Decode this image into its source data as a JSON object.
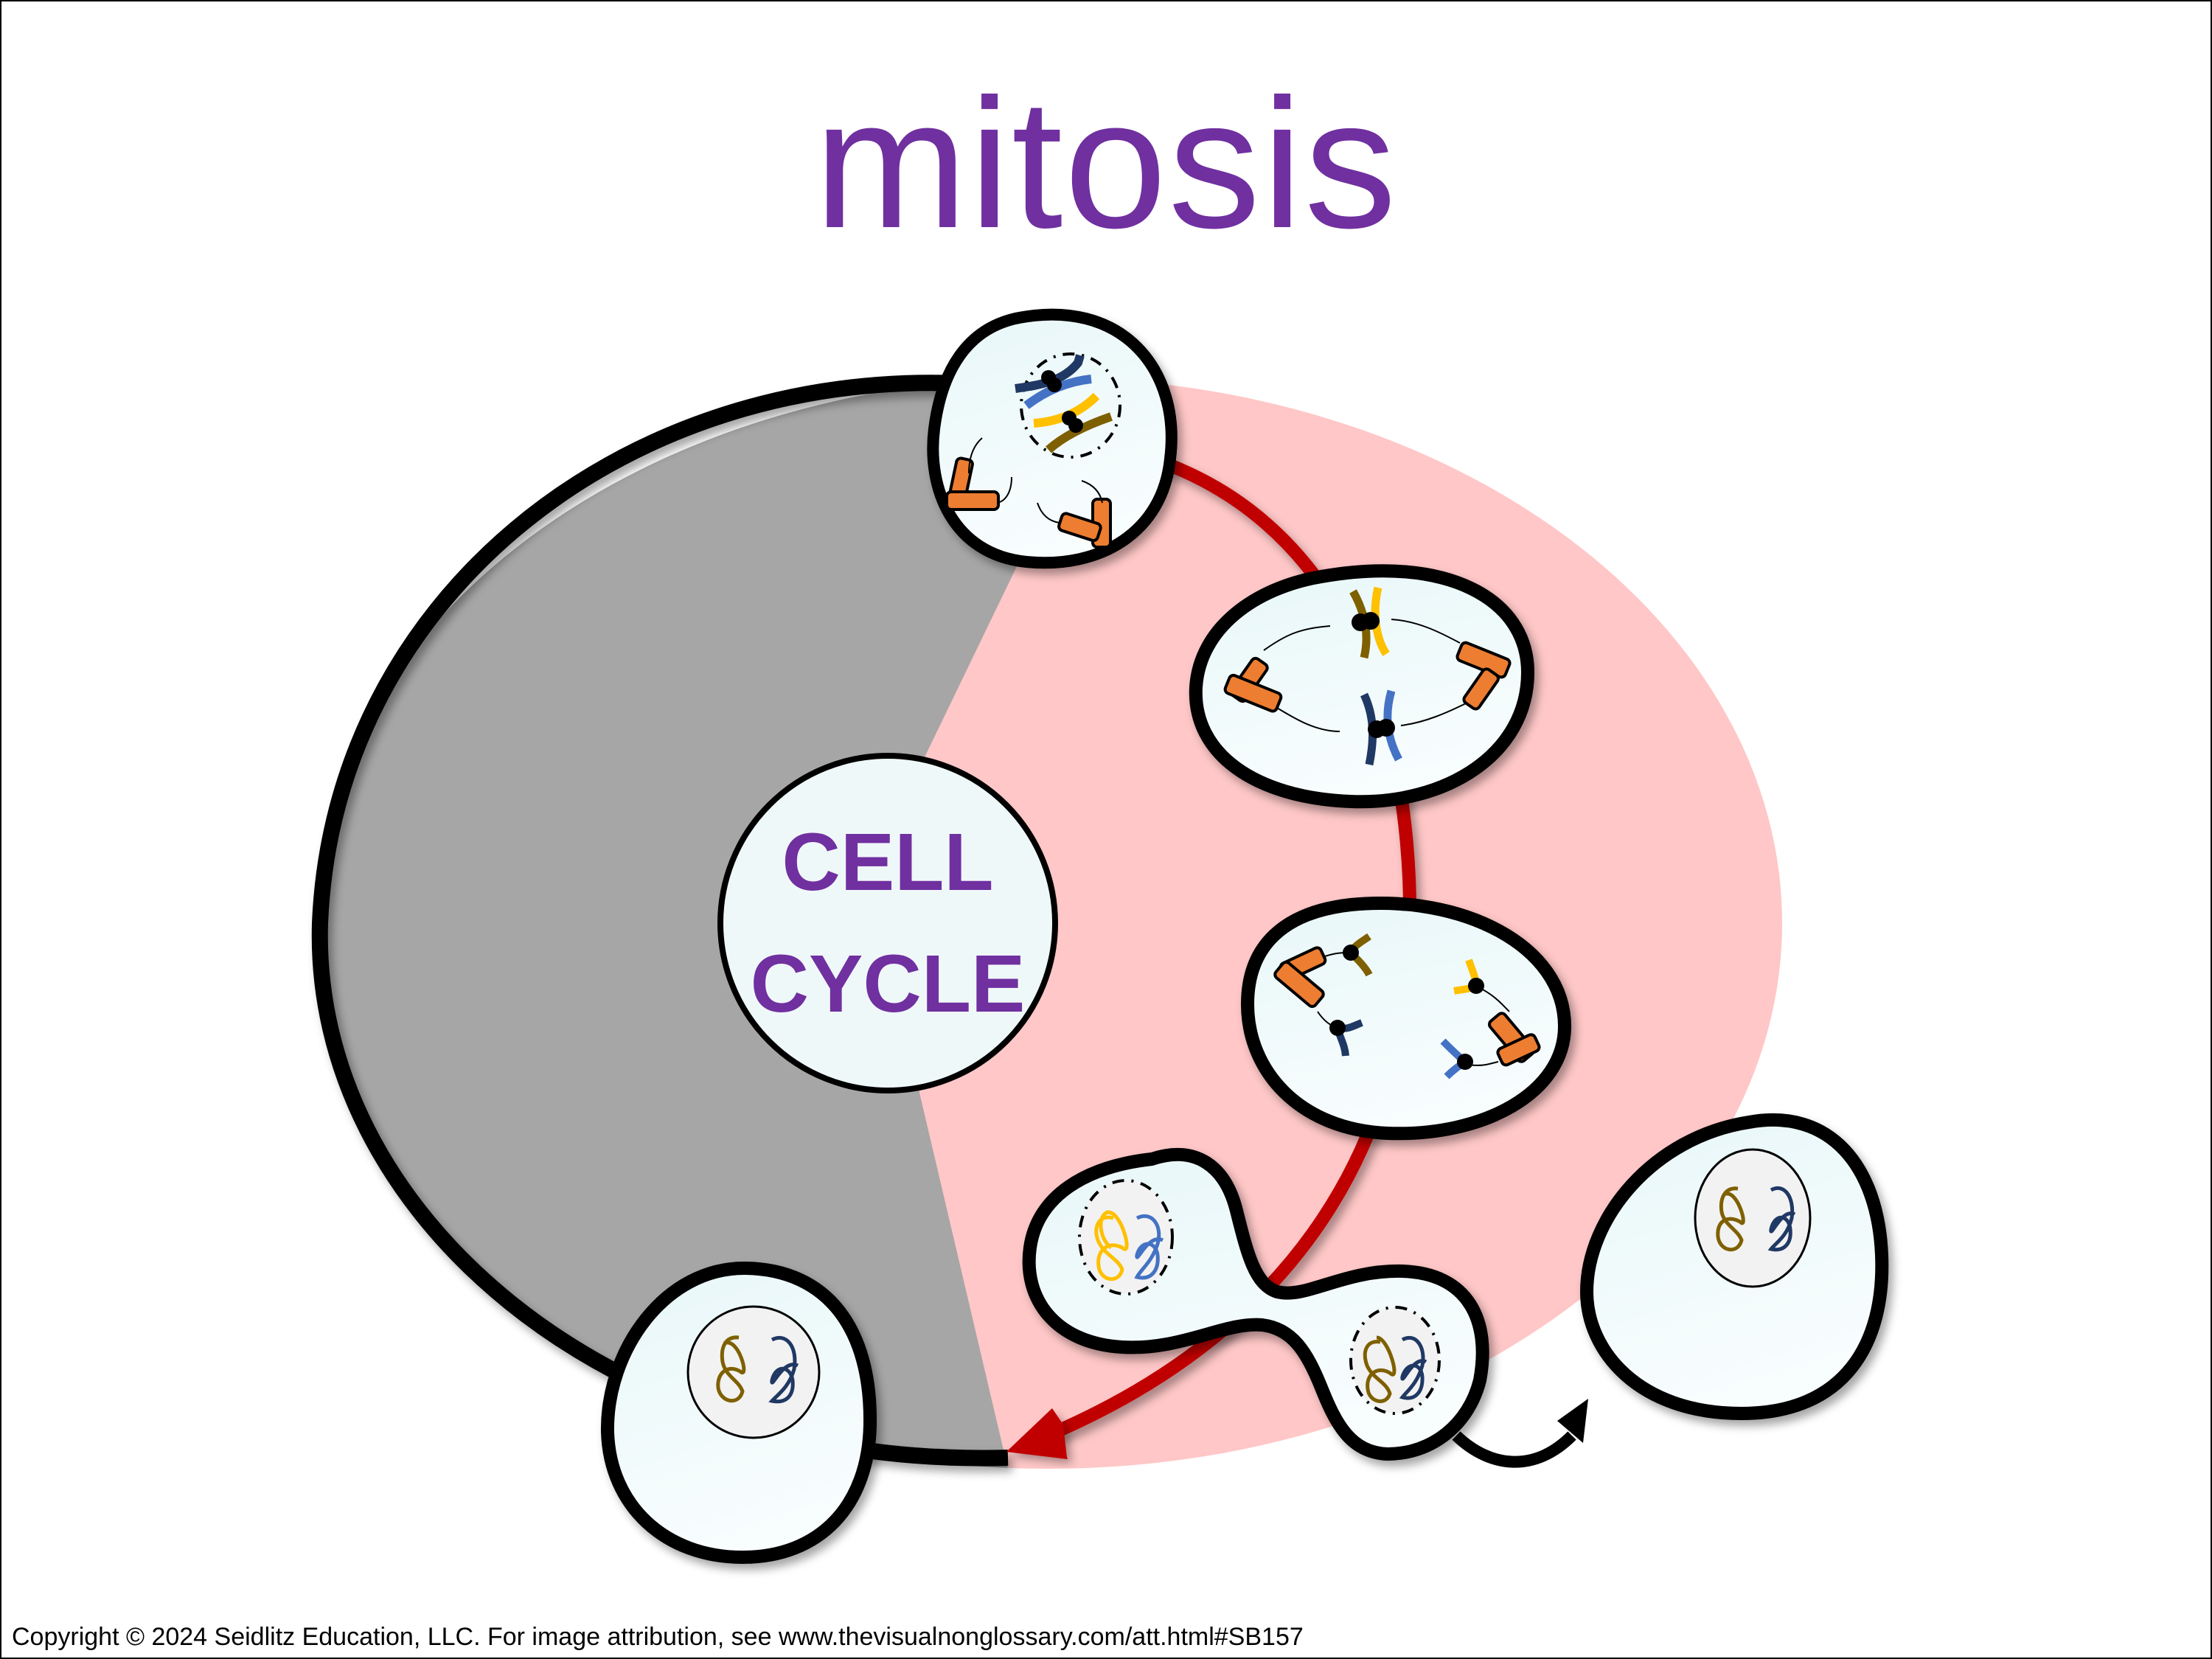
{
  "title": "mitosis",
  "center_label": {
    "line1": "CELL",
    "line2": "CYCLE"
  },
  "footer": "Copyright © 2024 Seidlitz Education, LLC.  For image attribution, see www.thevisualnonglossary.com/att.html#SB157",
  "colors": {
    "title": "#7030a0",
    "interphase_fill": "#a6a6a6",
    "mitosis_fill": "#ffc7c7",
    "mitosis_arrow": "#c00000",
    "cell_fill": "#eef9fa",
    "nucleus_fill": "#f2f2f2",
    "centrosome": "#ed7d31",
    "chromosome_dark_blue": "#203864",
    "chromosome_blue": "#4472c4",
    "chromosome_gold": "#ffc000",
    "chromosome_brown": "#7f6000"
  },
  "stages": [
    {
      "id": "interphase-cell",
      "icon": "cell-with-nucleus-icon"
    },
    {
      "id": "prophase-cell",
      "icon": "condensed-chromosomes-icon"
    },
    {
      "id": "metaphase-cell",
      "icon": "aligned-chromosomes-icon"
    },
    {
      "id": "anaphase-cell",
      "icon": "separating-chromatids-icon"
    },
    {
      "id": "telophase-cell",
      "icon": "dividing-cell-icon"
    },
    {
      "id": "daughter-cell",
      "icon": "cell-with-nucleus-icon"
    }
  ]
}
